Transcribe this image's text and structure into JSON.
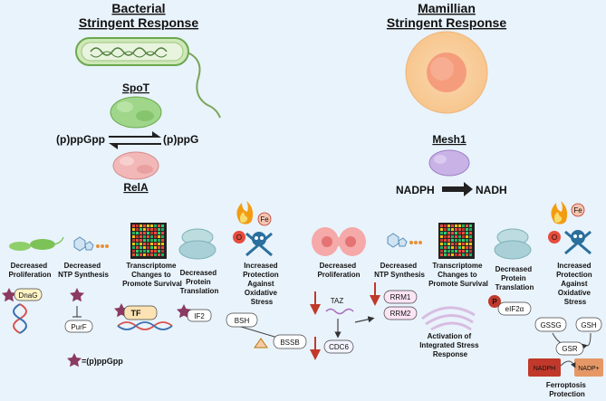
{
  "left": {
    "title_line1": "Bacterial",
    "title_line2": "Stringent Response",
    "enzyme_top": "SpoT",
    "enzyme_bottom": "RelA",
    "metabolite_left": "(p)ppGpp",
    "metabolite_right": "(p)ppG",
    "panels": {
      "proliferation": {
        "label": [
          "Decreased",
          "Proliferation"
        ],
        "target": "DnaG"
      },
      "ntp": {
        "label": [
          "Decreased",
          "NTP Synthesis"
        ],
        "target": "PurF"
      },
      "transcriptome": {
        "label": [
          "Transcriptome",
          "Changes to",
          "Promote Survival"
        ],
        "target": "TF"
      },
      "translation": {
        "label": [
          "Decreased",
          "Protein",
          "Translation"
        ],
        "target": "IF2"
      },
      "oxidative": {
        "label": [
          "Increased",
          "Protection",
          "Against",
          "Oxidative",
          "Stress"
        ],
        "left": "BSH",
        "right": "BSSB",
        "metal": "Fe",
        "oxygen": "O"
      }
    },
    "legend": "=(p)ppGpp"
  },
  "right": {
    "title_line1": "Mamillian",
    "title_line2": "Stringent Response",
    "enzyme": "Mesh1",
    "substrate": "NADPH",
    "product": "NADH",
    "panels": {
      "proliferation": {
        "label": [
          "Decreased",
          "Proliferation"
        ],
        "target1": "TAZ",
        "target2": "CDC6"
      },
      "ntp": {
        "label": [
          "Decreased",
          "NTP Synthesis"
        ],
        "target1": "RRM1",
        "target2": "RRM2"
      },
      "transcriptome": {
        "label": [
          "Transcriptome",
          "Changes to",
          "Promote Survival"
        ],
        "isr": [
          "Activation of",
          "Integrated Stress",
          "Response"
        ]
      },
      "translation": {
        "label": [
          "Decreased",
          "Protein",
          "Translation"
        ],
        "phospho": "P",
        "target": "eIF2α"
      },
      "oxidative": {
        "label": [
          "Increased",
          "Protection",
          "Against",
          "Oxidative",
          "Stress"
        ],
        "gssg": "GSSG",
        "gsh": "GSH",
        "gsr": "GSR",
        "nadph": "NADPH",
        "nadp": "NADP+",
        "metal": "Fe",
        "oxygen": "O",
        "outcome": [
          "Ferroptosis",
          "Protection"
        ]
      }
    }
  }
}
